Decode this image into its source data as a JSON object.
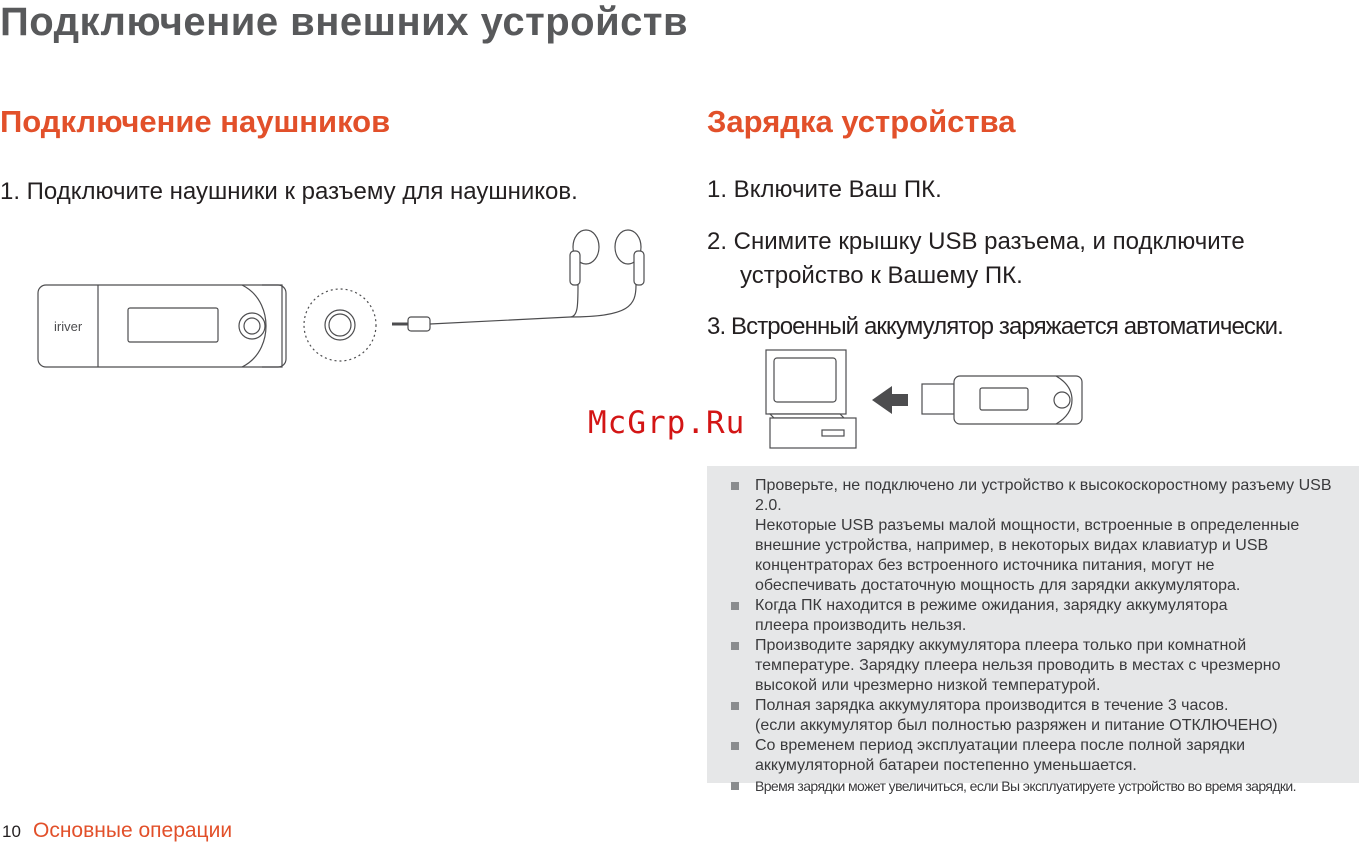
{
  "page": {
    "title": "Подключение внешних устройств"
  },
  "headphones": {
    "title": "Подключение наушников",
    "step1": "1. Подключите наушники к разъему для наушников.",
    "device_logo": "iriver"
  },
  "charging": {
    "title": "Зарядка устройства",
    "step1": "1. Включите Ваш ПК.",
    "step2_line1": "2. Снимите крышку USB разъема, и подключите",
    "step2_line2": "устройство к Вашему ПК.",
    "step3": "3. Встроенный аккумулятор заряжается автоматически."
  },
  "notes": [
    "Проверьте, не подключено ли устройство к высокоскоростному разъему USB 2.0.\nНекоторые USB разъемы малой мощности, встроенные в определенные\nвнешние устройства, например, в некоторых видах клавиатур и USB\nконцентраторах без встроенного источника питания, могут не\nобеспечивать достаточную мощность для зарядки аккумулятора.",
    "Когда ПК находится в режиме ожидания, зарядку аккумулятора\nплеера производить нельзя.",
    "Производите зарядку аккумулятора плеера только при комнатной\nтемпературе. Зарядку плеера нельзя проводить в местах с чрезмерно\nвысокой или чрезмерно низкой температурой.",
    "Полная зарядка аккумулятора производится в течение 3 часов.\n(если аккумулятор был полностью разряжен и питание ОТКЛЮЧЕНО)",
    "Со временем период эксплуатации плеера после полной зарядки\nаккумуляторной батареи постепенно уменьшается.",
    "Время зарядки может увеличиться, если Вы эксплуатируете устройство во время зарядки."
  ],
  "footer": {
    "page_number": "10",
    "section": "Основные операции"
  },
  "watermark": "McGrp.Ru",
  "colors": {
    "accent": "#e2502a",
    "title_gray": "#58595b",
    "note_bg": "#e6e7e8",
    "watermark": "#d31515"
  }
}
